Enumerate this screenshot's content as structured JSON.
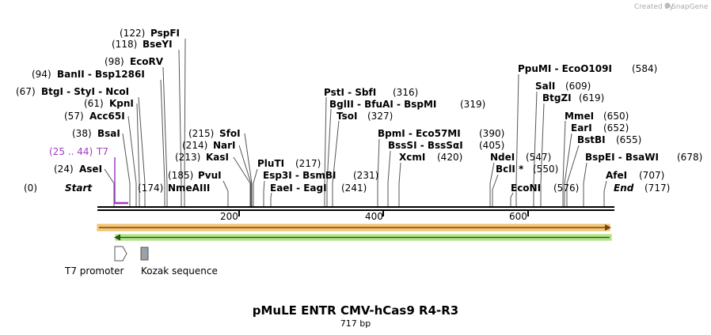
{
  "credit": {
    "text": "Created by",
    "brand": "SnapGene"
  },
  "title": "pMuLE ENTR CMV-hCas9 R4-R3",
  "length_label": "717 bp",
  "ticks": [
    "200",
    "400",
    "600"
  ],
  "start_label": "Start",
  "end_label": "End",
  "start_pos": "(0)",
  "end_pos": "(717)",
  "features": [
    {
      "name": "T7 promoter",
      "color": "#ffffff",
      "icon": "arrow-icon"
    },
    {
      "name": "Kozak sequence",
      "color": "#99a1ab",
      "icon": "box-icon"
    }
  ],
  "primer": {
    "label": "T7",
    "pos": "(25 .. 44)",
    "color": "#a03cc4"
  },
  "sites": [
    {
      "pos": "(24)",
      "names": "AseI"
    },
    {
      "pos": "(38)",
      "names": "BsaI"
    },
    {
      "pos": "(57)",
      "names": "Acc65I"
    },
    {
      "pos": "(61)",
      "names": "KpnI"
    },
    {
      "pos": "(67)",
      "names": "BtgI - StyI - NcoI"
    },
    {
      "pos": "(94)",
      "names": "BanII - Bsp1286I"
    },
    {
      "pos": "(98)",
      "names": "EcoRV"
    },
    {
      "pos": "(118)",
      "names": "BseYI"
    },
    {
      "pos": "(122)",
      "names": "PspFI"
    },
    {
      "pos": "(174)",
      "names": "NmeAIII"
    },
    {
      "pos": "(185)",
      "names": "PvuI"
    },
    {
      "pos": "(213)",
      "names": "KasI"
    },
    {
      "pos": "(214)",
      "names": "NarI"
    },
    {
      "pos": "(215)",
      "names": "SfoI"
    },
    {
      "pos": "(217)",
      "names": "PluTI"
    },
    {
      "pos": "(231)",
      "names": "Esp3I - BsmBI"
    },
    {
      "pos": "(241)",
      "names": "EaeI - EagI"
    },
    {
      "pos": "(316)",
      "names": "PstI - SbfI"
    },
    {
      "pos": "(319)",
      "names": "BglII - BfuAI - BspMI"
    },
    {
      "pos": "(327)",
      "names": "TsoI"
    },
    {
      "pos": "(390)",
      "names": "BpmI - Eco57MI"
    },
    {
      "pos": "(405)",
      "names": "BssSI - BssSαI"
    },
    {
      "pos": "(420)",
      "names": "XcmI"
    },
    {
      "pos": "(547)",
      "names": "NdeI"
    },
    {
      "pos": "(550)",
      "names": "BclI *"
    },
    {
      "pos": "(576)",
      "names": "EcoNI"
    },
    {
      "pos": "(584)",
      "names": "PpuMI - EcoO109I"
    },
    {
      "pos": "(609)",
      "names": "SalI"
    },
    {
      "pos": "(619)",
      "names": "BtgZI"
    },
    {
      "pos": "(650)",
      "names": "MmeI"
    },
    {
      "pos": "(652)",
      "names": "EarI"
    },
    {
      "pos": "(655)",
      "names": "BstBI"
    },
    {
      "pos": "(678)",
      "names": "BspEI - BsaWI"
    },
    {
      "pos": "(707)",
      "names": "AfeI"
    }
  ]
}
